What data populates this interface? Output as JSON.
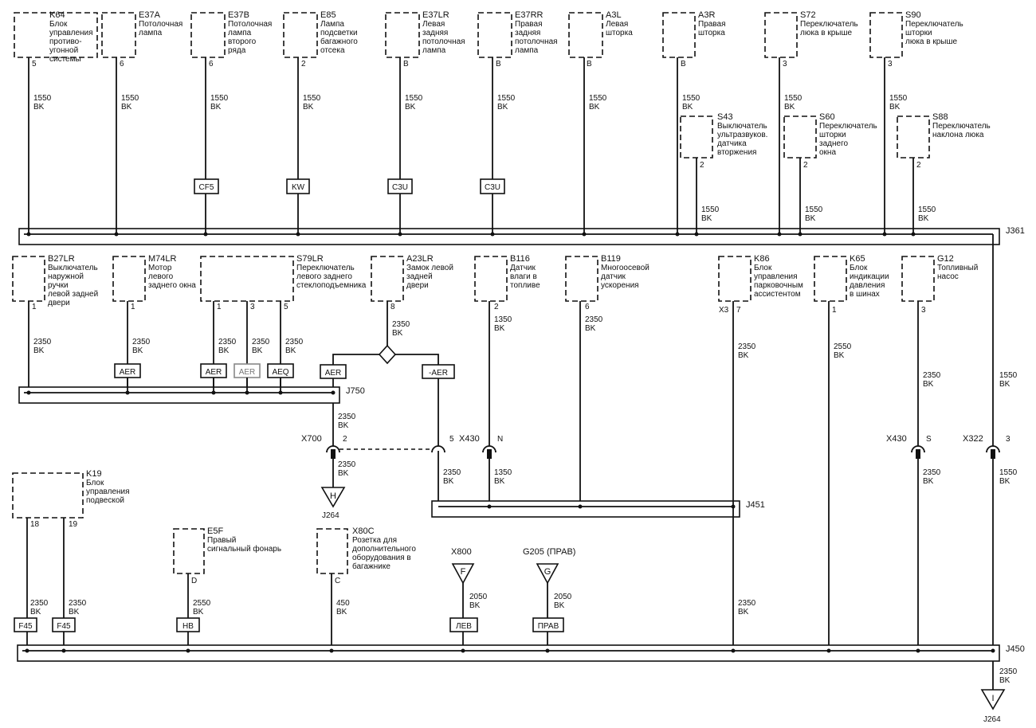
{
  "buses": {
    "j361": "J361",
    "j750": "J750",
    "j451": "J451",
    "j450": "J450"
  },
  "row1": [
    {
      "id": "K64",
      "lines": [
        "Блок",
        "управления",
        "противо-",
        "угонной",
        "системы"
      ],
      "pin": "5",
      "wire": [
        "1550",
        "BK"
      ]
    },
    {
      "id": "E37A",
      "lines": [
        "Потолочная",
        "лампа"
      ],
      "pin": "6",
      "wire": [
        "1550",
        "BK"
      ]
    },
    {
      "id": "E37B",
      "lines": [
        "Потолочная",
        "лампа",
        "второго",
        "ряда"
      ],
      "pin": "6",
      "wire": [
        "1550",
        "BK"
      ],
      "conn": "CF5"
    },
    {
      "id": "E85",
      "lines": [
        "Лампа",
        "подсветки",
        "багажного",
        "отсека"
      ],
      "pin": "2",
      "wire": [
        "1550",
        "BK"
      ],
      "conn": "KW"
    },
    {
      "id": "E37LR",
      "lines": [
        "Левая",
        "задняя",
        "потолочная",
        "лампа"
      ],
      "pin": "B",
      "wire": [
        "1550",
        "BK"
      ],
      "conn": "C3U"
    },
    {
      "id": "E37RR",
      "lines": [
        "Правая",
        "задняя",
        "потолочная",
        "лампа"
      ],
      "pin": "B",
      "wire": [
        "1550",
        "BK"
      ],
      "conn": "C3U"
    },
    {
      "id": "A3L",
      "lines": [
        "Левая",
        "шторка"
      ],
      "pin": "B",
      "wire": [
        "1550",
        "BK"
      ]
    },
    {
      "id": "A3R",
      "lines": [
        "Правая",
        "шторка"
      ],
      "pin": "B",
      "wire": [
        "1550",
        "BK"
      ]
    },
    {
      "id": "S72",
      "lines": [
        "Переключатель",
        "люка в крыше"
      ],
      "pin": "3",
      "wire": [
        "1550",
        "BK"
      ]
    },
    {
      "id": "S90",
      "lines": [
        "Переключатель",
        "шторки",
        "люка в крыше"
      ],
      "pin": "3",
      "wire": [
        "1550",
        "BK"
      ]
    }
  ],
  "row1b": [
    {
      "id": "S43",
      "lines": [
        "Выключатель",
        "ультразвуков.",
        "датчика",
        "вторжения"
      ],
      "pin": "2",
      "wire": [
        "1550",
        "BK"
      ]
    },
    {
      "id": "S60",
      "lines": [
        "Переключатель",
        "шторки",
        "заднего",
        "окна"
      ],
      "pin": "2",
      "wire": [
        "1550",
        "BK"
      ]
    },
    {
      "id": "S88",
      "lines": [
        "Переключатель",
        "наклона люка"
      ],
      "pin": "2",
      "wire": [
        "1550",
        "BK"
      ]
    }
  ],
  "row2": [
    {
      "id": "B27LR",
      "lines": [
        "Выключатель",
        "наружной",
        "ручки",
        "левой задней",
        "двери"
      ],
      "pin": "1",
      "wire": [
        "2350",
        "BK"
      ]
    },
    {
      "id": "M74LR",
      "lines": [
        "Мотор",
        "левого",
        "заднего окна"
      ],
      "pin": "1",
      "wire": [
        "2350",
        "BK"
      ],
      "conn": "AER"
    },
    {
      "id": "S79LR",
      "lines": [
        "Переключатель",
        "левого заднего",
        "стеклоподъемника"
      ],
      "pins": [
        "1",
        "3",
        "5"
      ],
      "wires": [
        [
          "2350",
          "BK"
        ],
        [
          "2350",
          "BK"
        ],
        [
          "2350",
          "BK"
        ]
      ],
      "conns": [
        "AER",
        "AER",
        "AEQ"
      ]
    },
    {
      "id": "A23LR",
      "lines": [
        "Замок левой",
        "задней",
        "двери"
      ],
      "pin": "8",
      "wire": [
        "2350",
        "BK"
      ],
      "branch_conns": [
        "AER",
        "-AER"
      ]
    },
    {
      "id": "B116",
      "lines": [
        "Датчик",
        "влаги в",
        "топливе"
      ],
      "pin": "2",
      "wire": [
        "1350",
        "BK"
      ]
    },
    {
      "id": "B119",
      "lines": [
        "Многоосевой",
        "датчик",
        "ускорения"
      ],
      "pin": "6",
      "wire": [
        "2350",
        "BK"
      ]
    },
    {
      "id": "K86",
      "lines": [
        "Блок",
        "управления",
        "парковочным",
        "ассистентом"
      ],
      "conn_name": "X3",
      "pin": "7",
      "wire": [
        "2350",
        "BK"
      ]
    },
    {
      "id": "K65",
      "lines": [
        "Блок",
        "индикации",
        "давления",
        "в шинах"
      ],
      "pin": "1",
      "wire": [
        "2550",
        "BK"
      ]
    },
    {
      "id": "G12",
      "lines": [
        "Топливный",
        "насос"
      ],
      "pin": "3",
      "wire": [
        "2350",
        "BK"
      ]
    }
  ],
  "mid": {
    "x700": "X700",
    "x700_pin_a": "2",
    "x700_pin_b": "5",
    "x430a": "X430",
    "x430a_pin": "N",
    "x430b": "X430",
    "x430b_pin": "S",
    "x322": "X322",
    "x322_pin": "3",
    "wire_a23_bus": [
      "2350",
      "BK"
    ],
    "wire_x700_out": [
      "2350",
      "BK"
    ],
    "wire_x700b_out": [
      "2350",
      "BK"
    ],
    "wire_x430a_out": [
      "1350",
      "BK"
    ],
    "wire_x430b_out": [
      "2350",
      "BK"
    ],
    "wire_x322_out": [
      "1550",
      "BK"
    ],
    "wire_right_top": [
      "1550",
      "BK"
    ],
    "gnd_h": "H",
    "gnd_h_label": "J264"
  },
  "row3": [
    {
      "id": "K19",
      "lines": [
        "Блок",
        "управления",
        "подвеской"
      ],
      "pins": [
        "18",
        "19"
      ],
      "wires": [
        [
          "2350",
          "BK"
        ],
        [
          "2350",
          "BK"
        ]
      ],
      "conns": [
        "F45",
        "F45"
      ]
    },
    {
      "id": "E5F",
      "lines": [
        "Правый",
        "сигнальный фонарь"
      ],
      "pin": "D",
      "wire": [
        "2550",
        "BK"
      ],
      "conn": "HB"
    },
    {
      "id": "X80C",
      "lines": [
        "Розетка для",
        "дополнительного",
        "оборудования в",
        "багажнике"
      ],
      "pin": "C",
      "wire": [
        "450",
        "BK"
      ]
    }
  ],
  "row3b": {
    "x800": "X800",
    "x800_pin": "F",
    "x800_wire": [
      "2050",
      "BK"
    ],
    "x800_conn": "ЛЕВ",
    "g205": "G205 (ПРАВ)",
    "g205_pin": "G",
    "g205_wire": [
      "2050",
      "BK"
    ],
    "g205_conn": "ПРАВ",
    "k86_wire": [
      "2350",
      "BK"
    ],
    "out_wire": [
      "2350",
      "BK"
    ],
    "gnd_i": "I",
    "gnd_i_label": "J264"
  }
}
